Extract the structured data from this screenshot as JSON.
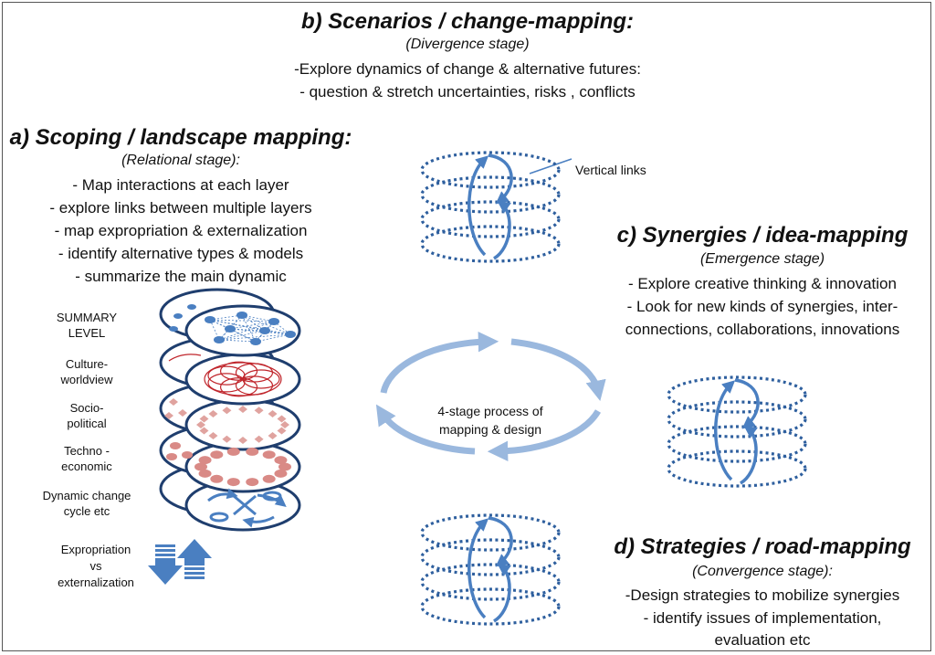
{
  "section_b": {
    "title": "b) Scenarios / change-mapping:",
    "stage": "(Divergence stage)",
    "lines": [
      "-Explore dynamics of change & alternative futures:",
      "- question & stretch uncertainties, risks , conflicts"
    ]
  },
  "section_a": {
    "title": "a) Scoping / landscape mapping:",
    "stage": "(Relational stage):",
    "lines": [
      "- Map interactions at each layer",
      "- explore links between multiple layers",
      "- map expropriation & externalization",
      "- identify alternative types & models",
      "- summarize the main dynamic"
    ]
  },
  "section_c": {
    "title": "c) Synergies / idea-mapping",
    "stage": "(Emergence stage)",
    "lines": [
      "- Explore creative thinking & innovation",
      "- Look for new kinds of synergies, inter-",
      "connections, collaborations, innovations"
    ]
  },
  "section_d": {
    "title": "d) Strategies / road-mapping",
    "stage": "(Convergence stage):",
    "lines": [
      "-Design strategies to mobilize synergies",
      "- identify issues of implementation,",
      "evaluation etc"
    ]
  },
  "vertical_links_label": "Vertical links",
  "cycle_label": [
    "4-stage process of",
    "mapping & design"
  ],
  "layer_labels": [
    [
      "SUMMARY",
      "LEVEL"
    ],
    [
      "Culture-",
      "worldview"
    ],
    [
      "Socio-",
      "political"
    ],
    [
      "Techno -",
      "economic"
    ],
    [
      "Dynamic change",
      "cycle etc"
    ]
  ],
  "flow_label": [
    "Expropriation",
    "vs",
    "externalization"
  ],
  "colors": {
    "blue_dark": "#2e5f9e",
    "blue_mid": "#4a7fc1",
    "blue_light": "#9ab8de",
    "red_line": "#c0262c",
    "pink": "#d98a86",
    "diamond_pink": "#e0a39f"
  }
}
